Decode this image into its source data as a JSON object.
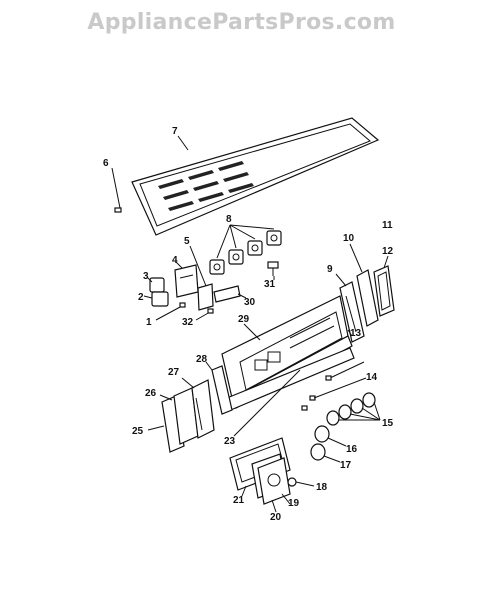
{
  "watermark": "AppliancePartsPros.com",
  "callouts": [
    "1",
    "2",
    "3",
    "4",
    "5",
    "6",
    "7",
    "8",
    "9",
    "10",
    "11",
    "12",
    "13",
    "14",
    "15",
    "16",
    "17",
    "18",
    "19",
    "20",
    "21",
    "23",
    "25",
    "26",
    "27",
    "28",
    "29",
    "30",
    "31",
    "32"
  ]
}
